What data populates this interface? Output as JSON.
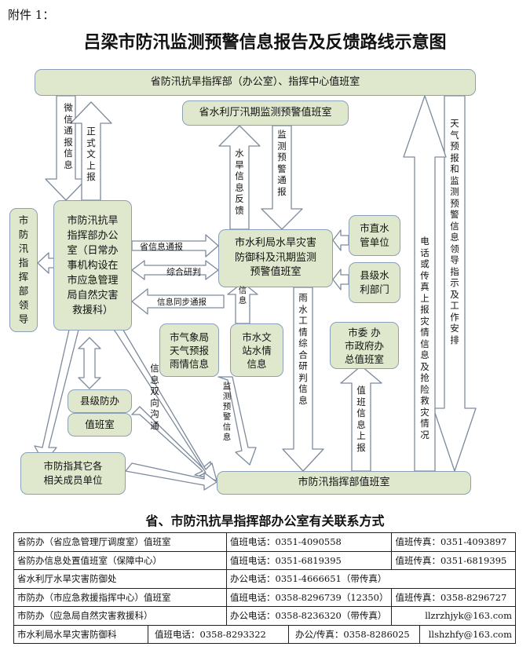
{
  "attachment": "附件 1：",
  "title": "吕梁市防汛监测预警信息报告及反馈路线示意图",
  "boxes": {
    "province_office": "省防汛抗旱指挥部（办公室）、指挥中心值班室",
    "water_dept": "省水利厅汛期监测预警值班室",
    "city_hq_leader": "市防汛指挥部领导",
    "city_office": [
      "市防汛抗旱",
      "指挥部办公",
      "室（日常办",
      "事机构设在",
      "市应急管理",
      "局自然灾害",
      "救援科）"
    ],
    "water_bureau": [
      "市水利局水旱灾害",
      "防御科及汛期监测",
      "预警值班室"
    ],
    "direct_units": [
      "市直水",
      "管单位"
    ],
    "county_water": [
      "县级水",
      "利部门"
    ],
    "meteo": [
      "市气象局",
      "天气预报",
      "雨情信息"
    ],
    "hydro": [
      "市水文",
      "站水情",
      "信息"
    ],
    "gov_duty": [
      "市委 办",
      "市政府办",
      "总值班室"
    ],
    "county_office_1": "县级防办",
    "county_office_2": "值班室",
    "other_units": [
      "市防指其它各",
      "相关成员单位"
    ],
    "city_duty": "市防汛指挥部值班室"
  },
  "labels": {
    "wechat": "微信通报信息",
    "official_doc": "正式文上报",
    "drought_feedback": "水旱信息反馈",
    "monitor_warning": "监测预警通报",
    "weather_forecast": "天气预报和监测预警信息领导指示及工作安排",
    "phone_fax": "电话或传真上报灾情信息及抢险救灾情况",
    "province_info": "省信息通报",
    "joint_analysis": "综合研判",
    "info_sync": "信息同步通报",
    "info": "信息",
    "rain_water": "雨水工情综合研判信息",
    "two_way": "信息双向沟通",
    "monitor_warning_info": "监测预警信息",
    "duty_report": "值班信息上报"
  },
  "contact_title": "省、市防汛抗旱指挥部办公室有关联系方式",
  "contacts": [
    [
      "省防办（省应急管理厅调度室）值班室",
      "值班电话：0351-4090558",
      "值班传真：0351-4093897"
    ],
    [
      "省防办信息处置值班室（保障中心）",
      "值班电话：0351-6819395",
      "值班传真：0351-6819395"
    ],
    [
      "省水利厅水旱灾害防御处",
      "办公电话：0351-4666651（带传真）"
    ],
    [
      "市防办（市应急救援指挥中心）值班室",
      "值班电话：0358-8296739（12350）",
      "值班传真：0358-8296727"
    ],
    [
      "市防办（应急局自然灾害救援科）",
      "办公电话：0358-8236320（带传真）",
      "llzrzhjyk@163.com"
    ],
    [
      "市水利局水旱灾害防御科",
      "值班电话：0358-8293322",
      "办公/传真：0358-8286025",
      "llshzhfy@163.com"
    ]
  ]
}
